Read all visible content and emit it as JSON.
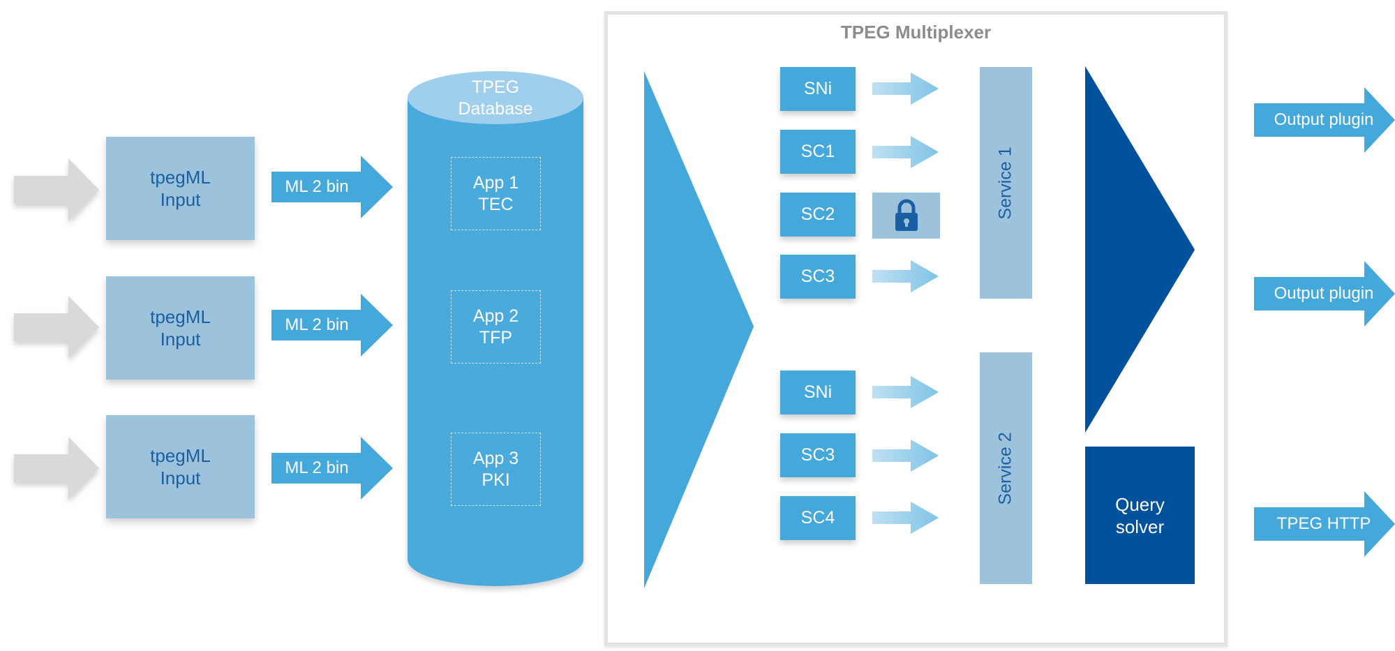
{
  "inputs": [
    {
      "label": "tpegML\nInput",
      "arrow_label": "ML 2 bin"
    },
    {
      "label": "tpegML\nInput",
      "arrow_label": "ML 2 bin"
    },
    {
      "label": "tpegML\nInput",
      "arrow_label": "ML 2 bin"
    }
  ],
  "database": {
    "title": "TPEG\nDatabase",
    "apps": [
      {
        "label": "App 1\nTEC"
      },
      {
        "label": "App 2\nTFP"
      },
      {
        "label": "App 3\nPKI"
      }
    ]
  },
  "multiplexer": {
    "title": "TPEG Multiplexer",
    "service1": {
      "label": "Service 1",
      "components": [
        {
          "label": "SNi",
          "link": "arrow"
        },
        {
          "label": "SC1",
          "link": "arrow"
        },
        {
          "label": "SC2",
          "link": "lock-icon"
        },
        {
          "label": "SC3",
          "link": "arrow"
        }
      ]
    },
    "service2": {
      "label": "Service 2",
      "components": [
        {
          "label": "SNi",
          "link": "arrow"
        },
        {
          "label": "SC3",
          "link": "arrow"
        },
        {
          "label": "SC4",
          "link": "arrow"
        }
      ]
    },
    "query_solver": "Query\nsolver"
  },
  "outputs": [
    {
      "label": "Output plugin"
    },
    {
      "label": "Output plugin"
    },
    {
      "label": "TPEG HTTP"
    }
  ],
  "colors": {
    "gray_arrow": "#d9d9d9",
    "light_blue": "#9dc3dc",
    "mid_blue": "#45a8da",
    "db_blue": "#4aaadb",
    "dark_blue": "#00519b",
    "text_blue": "#1a5fa3"
  }
}
